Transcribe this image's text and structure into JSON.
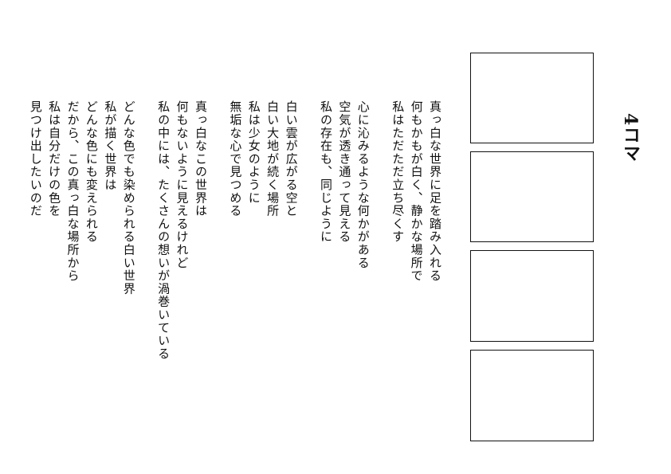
{
  "title": "4コマ",
  "panels": 4,
  "poem": {
    "stanzas": [
      [
        "真っ白な世界に足を踏み入れる",
        "何もかもが白く、静かな場所で",
        "私はただただ立ち尽くす"
      ],
      [
        "心に沁みるような何かがある",
        "空気が透き通って見える",
        "私の存在も、同じように"
      ],
      [
        "白い雲が広がる空と",
        "白い大地が続く場所",
        "私は少女のように",
        "無垢な心で見つめる"
      ],
      [
        "真っ白なこの世界は",
        "何もないように見えるけれど",
        "私の中には、たくさんの想いが渦巻いている"
      ],
      [
        "どんな色でも染められる白い世界",
        "私が描く世界は",
        "どんな色にも変えられる",
        "だから、この真っ白な場所から",
        "私は自分だけの色を",
        "見つけ出したいのだ"
      ]
    ]
  }
}
